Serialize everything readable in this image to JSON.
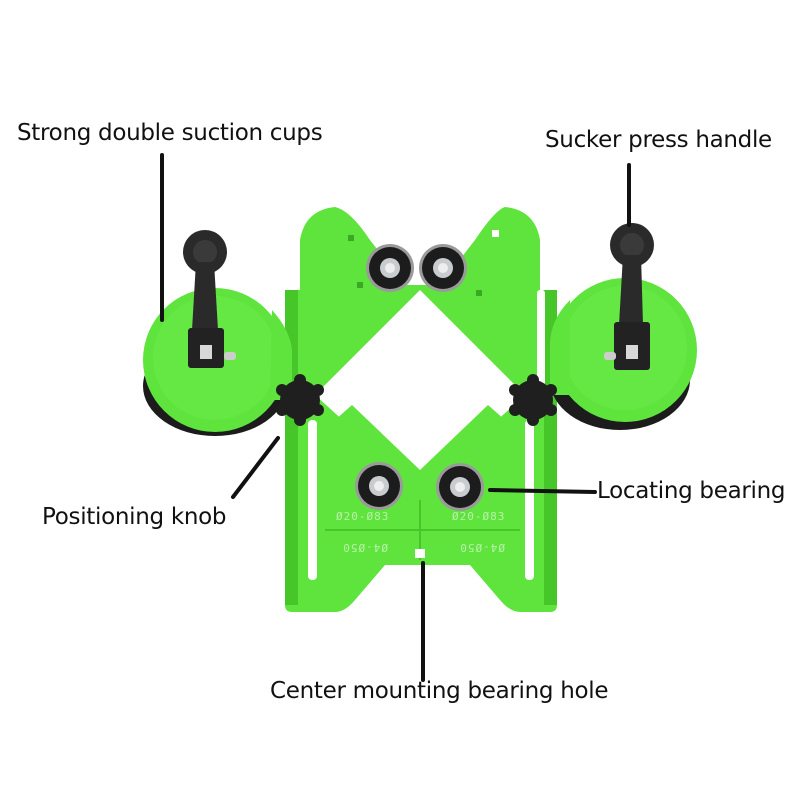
{
  "diagram": {
    "subject": "Tile hole saw drill guide jig",
    "colors": {
      "body": "#5fe33d",
      "body_shade": "#47c62a",
      "body_light": "#7cf05c",
      "rubber": "#1c1c1c",
      "metal": "#cfd2d4",
      "leader": "#111111",
      "background": "#ffffff"
    },
    "labels": {
      "suction_cups": "Strong double suction cups",
      "press_handle": "Sucker press handle",
      "positioning_knob": "Positioning knob",
      "locating_bearing": "Locating bearing",
      "center_hole": "Center mounting bearing hole"
    },
    "markings": {
      "left_upper": "Ø20-Ø83",
      "right_upper": "Ø20-Ø83",
      "left_lower": "Ø4-Ø50",
      "right_lower": "Ø4-Ø50"
    }
  }
}
